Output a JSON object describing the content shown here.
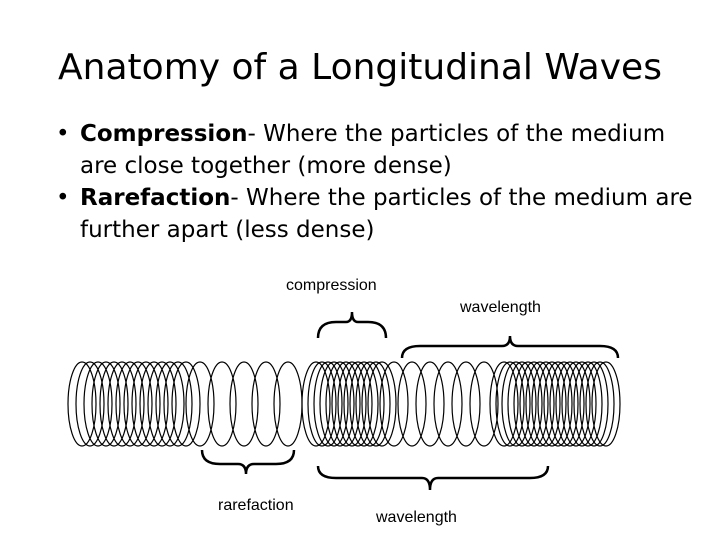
{
  "slide": {
    "title": "Anatomy of a Longitudinal Waves",
    "bullets": [
      {
        "term": "Compression",
        "text": "- Where the particles of the medium are close together (more dense)"
      },
      {
        "term": "Rarefaction",
        "text": "- Where the particles of the medium are further apart (less dense)"
      }
    ]
  },
  "diagram": {
    "labels": {
      "compression": "compression",
      "wavelength_top": "wavelength",
      "rarefaction": "rarefaction",
      "wavelength_bottom": "wavelength"
    },
    "coil_color": "#000000"
  }
}
